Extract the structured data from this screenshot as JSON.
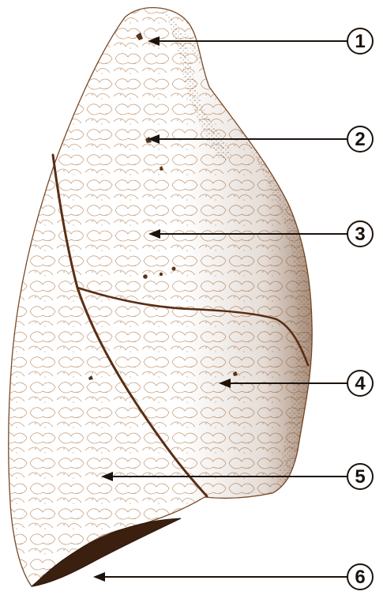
{
  "figure": {
    "background_color": "#ffffff",
    "ink_color": "#5a3418",
    "dark_ink_color": "#3b2010",
    "callouts": [
      {
        "label": "1"
      },
      {
        "label": "2"
      },
      {
        "label": "3"
      },
      {
        "label": "4"
      },
      {
        "label": "5"
      },
      {
        "label": "6"
      }
    ]
  }
}
